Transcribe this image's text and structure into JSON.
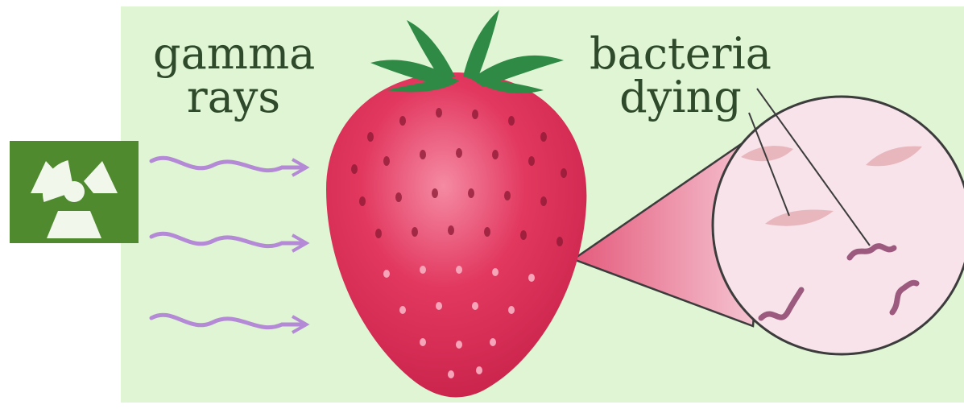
{
  "colors": {
    "background": "#dff5d4",
    "text": "#2f4a2a",
    "radiation_box": "#4f8a2e",
    "radiation_symbol": "#f2f7ec",
    "wave": "#b48ad6",
    "strawberry": "#e2385f",
    "strawberry_highlight": "#f37a97",
    "leaves": "#2f8a45",
    "magnifier_fill": "#f8e3ea",
    "bacteria_dead": "#e7b7bd",
    "bacteria_alive": "#9b5a7e"
  },
  "labels": {
    "gamma_line1": "gamma",
    "gamma_line2": "rays",
    "bacteria_line1": "bacteria",
    "bacteria_line2": "dying"
  },
  "icons": [
    "radiation-icon",
    "wave-arrow-icon",
    "strawberry-icon",
    "magnifier-icon",
    "bacteria-icon"
  ]
}
